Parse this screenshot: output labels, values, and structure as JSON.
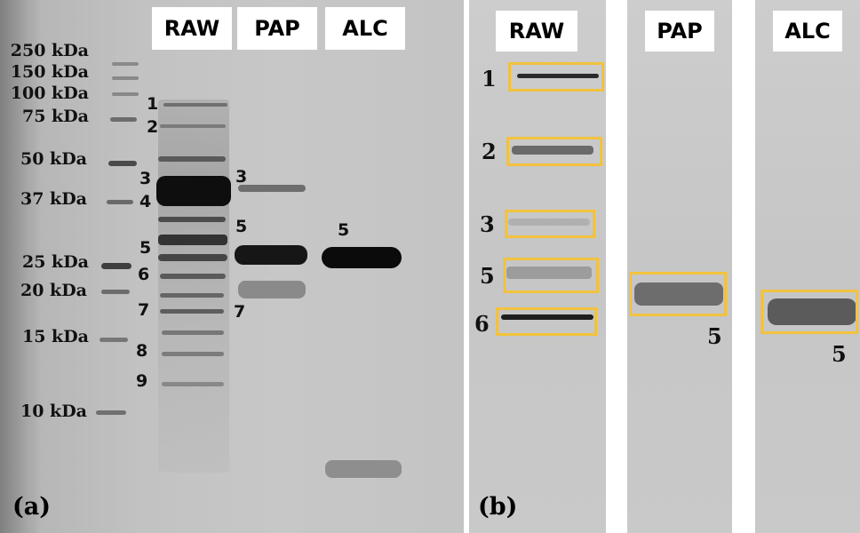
{
  "panel_a": {
    "label": "(a)",
    "lanes": [
      "RAW",
      "PAP",
      "ALC"
    ],
    "markers": [
      "250 kDa",
      "150 kDa",
      "100 kDa",
      "75 kDa",
      "50 kDa",
      "37 kDa",
      "25 kDa",
      "20 kDa",
      "15 kDa",
      "10 kDa"
    ],
    "raw_bands": [
      "1",
      "2",
      "3",
      "4",
      "5",
      "6",
      "7",
      "8",
      "9"
    ],
    "pap_bands": [
      "3",
      "5",
      "7"
    ],
    "alc_bands": [
      "5"
    ]
  },
  "panel_b": {
    "label": "(b)",
    "lanes": [
      "RAW",
      "PAP",
      "ALC"
    ],
    "raw_bands": [
      "1",
      "2",
      "3",
      "5",
      "6"
    ],
    "pap_band": "5",
    "alc_band": "5"
  }
}
